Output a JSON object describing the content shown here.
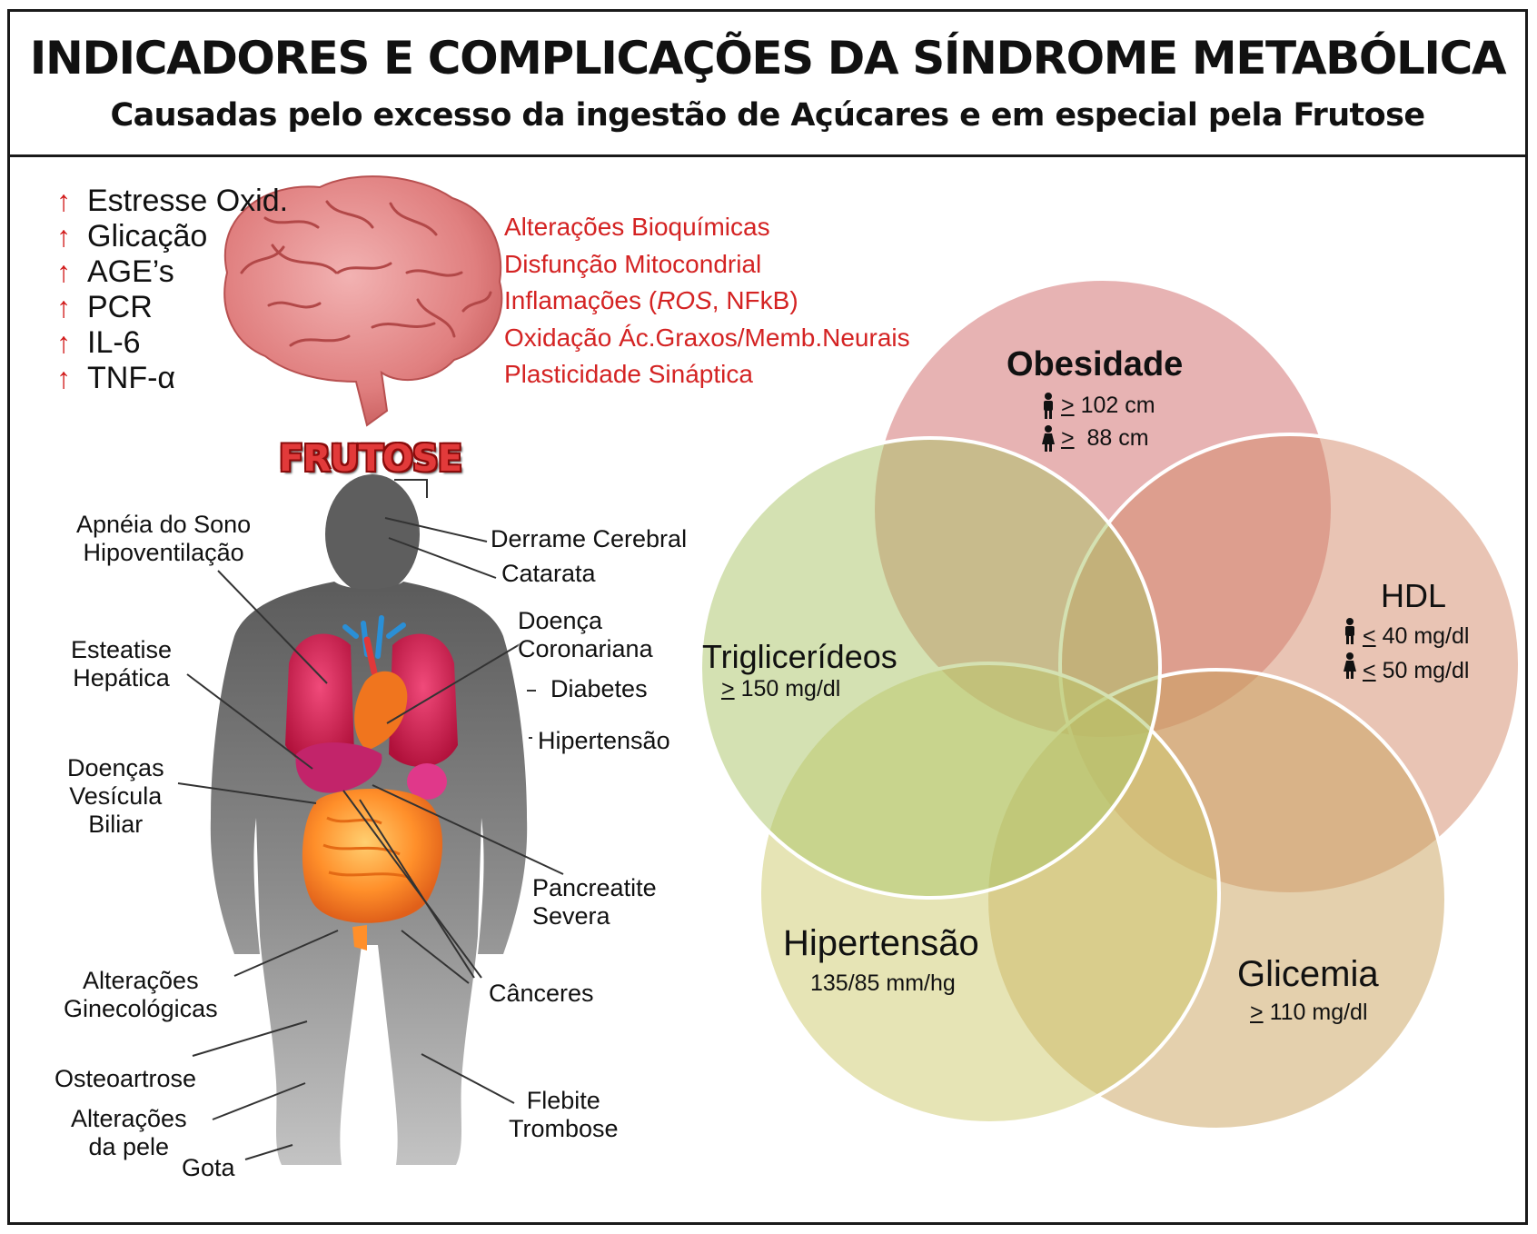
{
  "header": {
    "title": "INDICADORES E COMPLICAÇÕES DA SÍNDROME METABÓLICA",
    "subtitle": "Causadas pelo excesso da ingestão de Açúcares e em especial pela Frutose"
  },
  "markers": [
    {
      "arrow": "↑",
      "label": "Estresse Oxid."
    },
    {
      "arrow": "↑",
      "label": "Glicação"
    },
    {
      "arrow": "↑",
      "label": "AGE’s"
    },
    {
      "arrow": "↑",
      "label": "PCR"
    },
    {
      "arrow": "↑",
      "label": "IL-6"
    },
    {
      "arrow": "↑",
      "label": "TNF-α"
    }
  ],
  "alterations": {
    "items": [
      "Alterações Bioquímicas",
      "Disfunção Mitocondrial"
    ],
    "inflammation": {
      "before": "Inflamações (",
      "italic": "ROS",
      "after": ", NFkB)"
    },
    "items2": [
      "Oxidação Ác.Graxos/Memb.Neurais",
      "Plasticidade Sináptica"
    ]
  },
  "frutose_label": "FRUTOSE",
  "body_labels": {
    "apneia": [
      "Apnéia do Sono",
      "Hipoventilação"
    ],
    "derrame": "Derrame Cerebral",
    "catarata": "Catarata",
    "coronariana": [
      "Doença",
      "Coronariana"
    ],
    "diabetes": "Diabetes",
    "hipertensao": "Hipertensão",
    "esteatose": [
      "Esteatise",
      "Hepática"
    ],
    "vesicula": [
      "Doenças",
      "Vesícula",
      "Biliar"
    ],
    "pancreatite": [
      "Pancreatite",
      "Severa"
    ],
    "canceres": "Cânceres",
    "ginecologicas": [
      "Alterações",
      "Ginecológicas"
    ],
    "osteoartrose": "Osteoartrose",
    "pele": [
      "Alterações",
      "da pele"
    ],
    "gota": "Gota",
    "flebite": [
      "Flebite",
      "Trombose"
    ]
  },
  "venn": {
    "colors": {
      "obesidade": "#cf6868",
      "hdl": "#d4896a",
      "glicemia": "#c9a25c",
      "hipertensao": "#cdc96c",
      "triglicerideos": "#a9c466"
    },
    "obesidade": {
      "title": "Obesidade",
      "lines": [
        {
          "icon": "male-icon",
          "op": ">",
          "value": "102 cm"
        },
        {
          "icon": "female-icon",
          "op": ">",
          "value": "88 cm"
        }
      ]
    },
    "hdl": {
      "title": "HDL",
      "lines": [
        {
          "icon": "male-icon",
          "op": "<",
          "value": "40 mg/dl"
        },
        {
          "icon": "female-icon",
          "op": "<",
          "value": "50 mg/dl"
        }
      ]
    },
    "triglicerideos": {
      "title": "Triglicerídeos",
      "op": ">",
      "value": "150 mg/dl"
    },
    "hipertensao": {
      "title": "Hipertensão",
      "value": "135/85 mm/hg"
    },
    "glicemia": {
      "title": "Glicemia",
      "op": ">",
      "value": "110 mg/dl"
    }
  }
}
